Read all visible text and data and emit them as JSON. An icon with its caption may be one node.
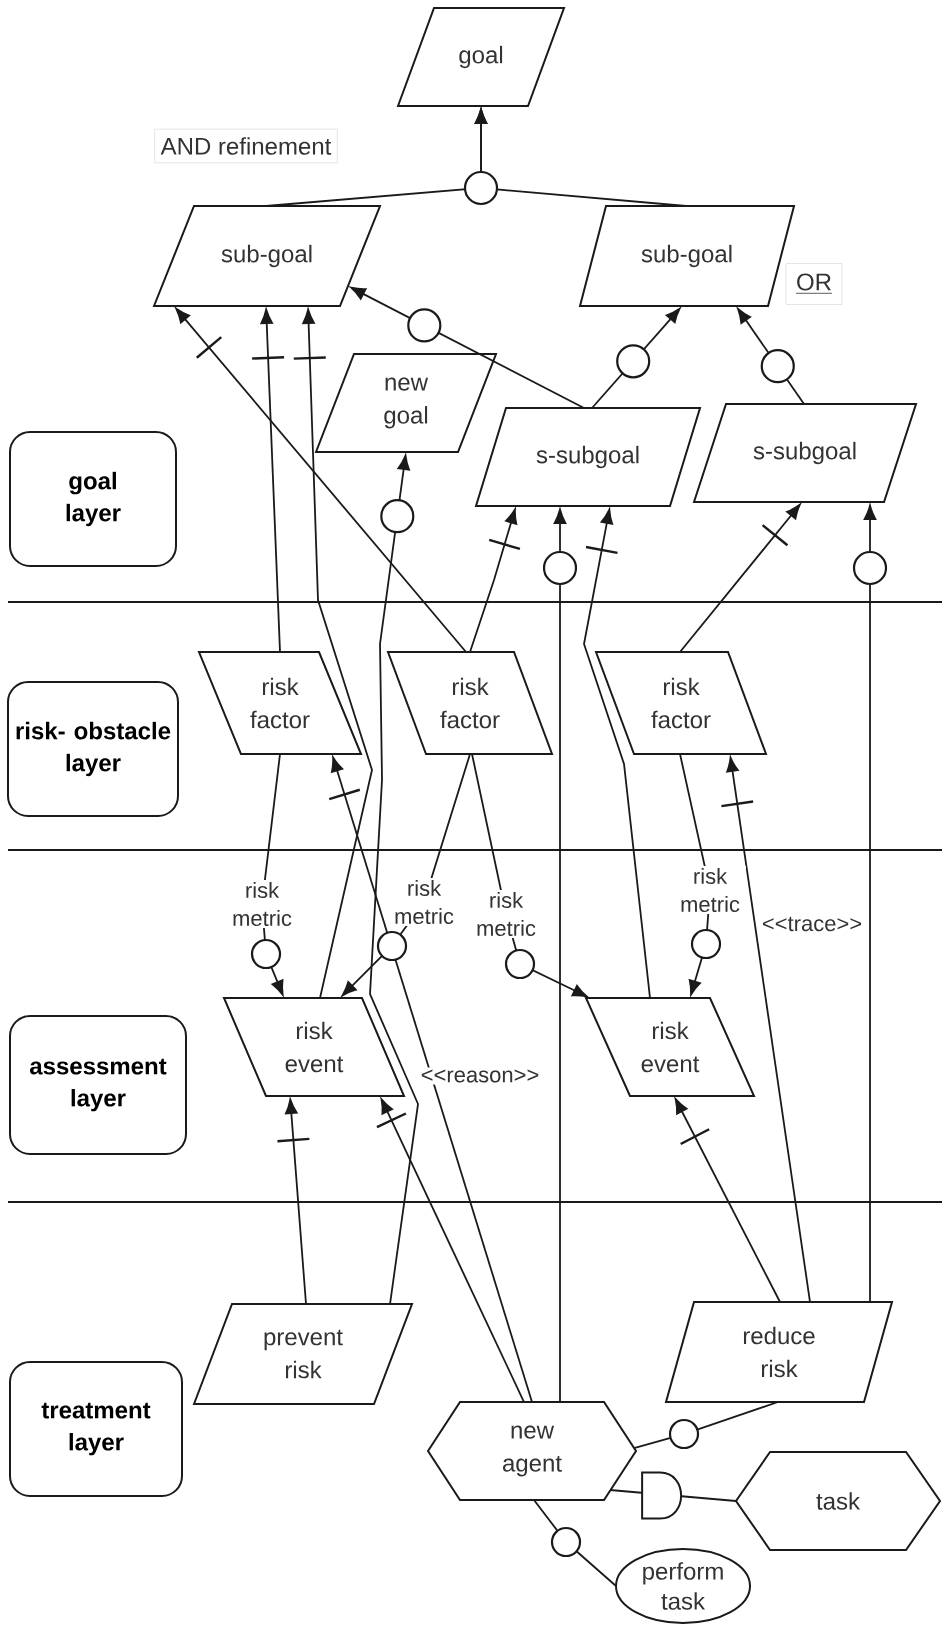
{
  "diagram": {
    "nodes": [
      {
        "text": [
          "goal"
        ]
      },
      {
        "text": [
          "sub-goal"
        ]
      },
      {
        "text": [
          "sub-goal"
        ],
        "beside": [
          "OR"
        ]
      },
      {
        "text": [
          "new goal"
        ]
      },
      {
        "text": [
          "goal layer"
        ]
      },
      {
        "text": [
          "s-subgoal"
        ]
      },
      {
        "text": [
          "s-subgoal"
        ]
      },
      {
        "text": [
          "risk factor"
        ]
      },
      {
        "text": [
          "risk factor"
        ]
      },
      {
        "text": [
          "risk factor"
        ]
      },
      {
        "text": [
          "risk- obstacle layer"
        ]
      },
      {
        "text": [
          "risk event"
        ]
      },
      {
        "text": [
          "risk event"
        ]
      },
      {
        "text": [
          "assessment layer"
        ]
      },
      {
        "text": [
          "prevent risk"
        ]
      },
      {
        "text": [
          "reduce risk"
        ]
      },
      {
        "text": [
          "treatment layer"
        ]
      },
      {
        "text": [
          "new agent"
        ]
      },
      {
        "text": [
          "task"
        ]
      },
      {
        "text": [
          "perform task"
        ]
      }
    ],
    "edges": [
      {
        "from": 1,
        "to": 0,
        "arrow": "to"
      },
      {
        "from": 2,
        "to": 0,
        "arrow": "to"
      },
      {
        "from": 5,
        "to": 1,
        "arrow": "to"
      },
      {
        "from": 5,
        "to": 2,
        "arrow": "to"
      },
      {
        "from": 6,
        "to": 2,
        "arrow": "to"
      },
      {
        "from": 8,
        "to": 1,
        "arrow": "to"
      },
      {
        "from": 7,
        "to": 1,
        "arrow": "to"
      },
      {
        "from": 11,
        "to": 1,
        "arrow": "to"
      },
      {
        "from": 14,
        "to": 3,
        "arrow": "to"
      },
      {
        "from": 8,
        "to": 5,
        "arrow": "to"
      },
      {
        "from": 17,
        "to": 5,
        "arrow": "to"
      },
      {
        "from": 12,
        "to": 5,
        "arrow": "to"
      },
      {
        "from": 9,
        "to": 6,
        "arrow": "to"
      },
      {
        "from": 15,
        "to": 6,
        "arrow": "to"
      },
      {
        "from": 7,
        "to": 11,
        "arrow": "to",
        "label": "risk metric"
      },
      {
        "from": 8,
        "to": 11,
        "arrow": "to",
        "label": "risk metric"
      },
      {
        "from": 8,
        "to": 12,
        "arrow": "to",
        "label": "risk metric"
      },
      {
        "from": 9,
        "to": 12,
        "arrow": "to",
        "label": "risk metric"
      },
      {
        "from": 17,
        "to": 7,
        "arrow": "to",
        "label": "<<reason>>"
      },
      {
        "from": 15,
        "to": 9,
        "arrow": "to",
        "label": "<<trace>>"
      },
      {
        "from": 14,
        "to": 11,
        "arrow": "to"
      },
      {
        "from": 17,
        "to": 11,
        "arrow": "to"
      },
      {
        "from": 15,
        "to": 12,
        "arrow": "to"
      },
      {
        "from": 17,
        "to": 15,
        "arrow": "none"
      },
      {
        "from": 17,
        "to": 18,
        "arrow": "none"
      },
      {
        "from": 17,
        "to": 19,
        "arrow": "none"
      }
    ],
    "labels": [
      "AND refinement"
    ]
  }
}
